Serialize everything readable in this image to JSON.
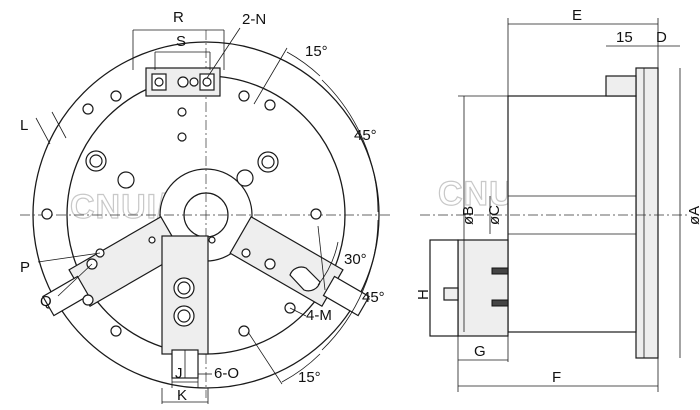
{
  "front_view_labels": {
    "R": "R",
    "S": "S",
    "two_n": "2-N",
    "fifteen_top": "15°",
    "L": "L",
    "forty_five_top": "45°",
    "thirty": "30°",
    "forty_five_bottom": "45°",
    "P": "P",
    "Q": "Q",
    "four_m": "4-M",
    "fifteen_bottom": "15°",
    "J": "J",
    "six_o": "6-O",
    "K": "K"
  },
  "side_view_labels": {
    "E": "E",
    "fifteen": "15",
    "D": "D",
    "phiB": "øB",
    "phiC": "øC",
    "phiA": "øA",
    "H": "H",
    "G": "G",
    "F": "F"
  },
  "watermark": {
    "left": "CNUI/Mart",
    "right": "CNUI/Mart"
  }
}
